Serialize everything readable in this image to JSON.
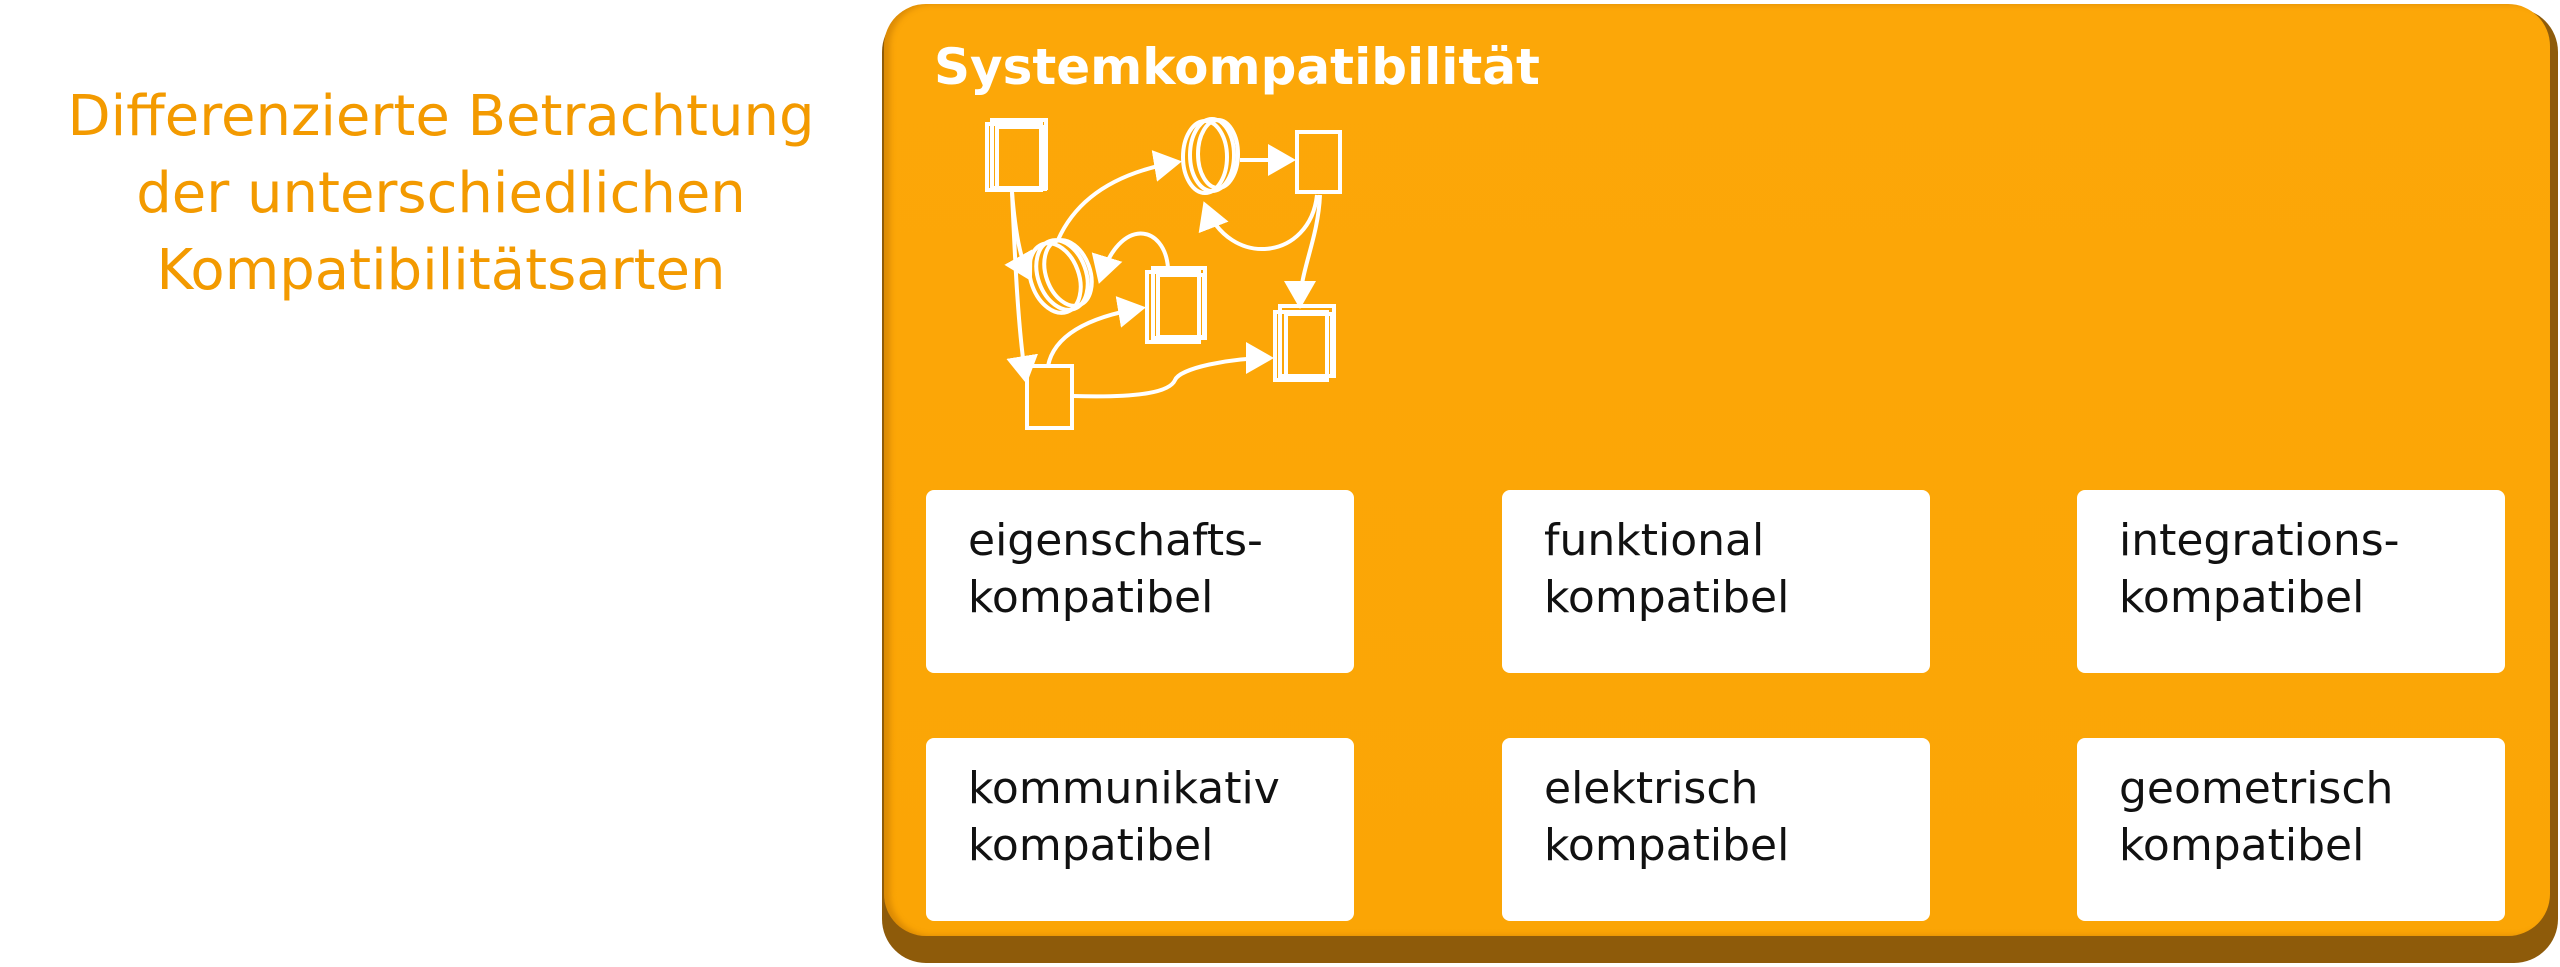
{
  "left_heading": {
    "lines": [
      "Differenzierte Betrachtung",
      "der unterschiedlichen",
      "Kompatibilitätsarten"
    ]
  },
  "panel": {
    "title": "Systemkompatibilität",
    "diagram_icon": "process-network-sketch-icon",
    "cards": [
      {
        "line1": "eigenschafts-",
        "line2": "kompatibel"
      },
      {
        "line1": "funktional",
        "line2": "kompatibel"
      },
      {
        "line1": "integrations-",
        "line2": "kompatibel"
      },
      {
        "line1": "kommunikativ",
        "line2": "kompatibel"
      },
      {
        "line1": "elektrisch",
        "line2": "kompatibel"
      },
      {
        "line1": "geometrisch",
        "line2": "kompatibel"
      }
    ]
  },
  "colors": {
    "accent": "#F39A00",
    "panel": "#FBA505",
    "panel_shadow": "#8E5B0A"
  }
}
